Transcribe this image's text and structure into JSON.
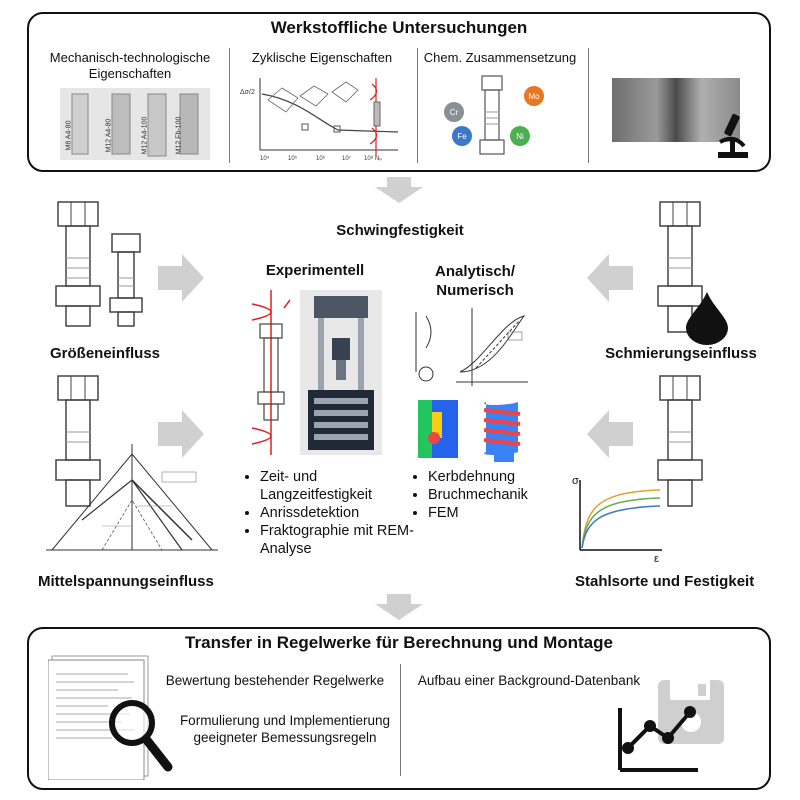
{
  "top": {
    "title": "Werkstoffliche Untersuchungen",
    "col1_line1": "Mechanisch-technologische",
    "col1_line2": "Eigenschaften",
    "col2": "Zyklische Eigenschaften",
    "col3": "Chem. Zusammensetzung",
    "bolt_labels": [
      "M8 A4-80",
      "M12 A4-80",
      "M12 A4-100",
      "M12 Fb-100"
    ],
    "elements": [
      {
        "symbol": "Cr",
        "color": "#8a8f94"
      },
      {
        "symbol": "Mo",
        "color": "#e87722"
      },
      {
        "symbol": "Fe",
        "color": "#3b78c8"
      },
      {
        "symbol": "Ni",
        "color": "#4caf50"
      }
    ],
    "cyclic_axis_x": [
      "10⁴",
      "10⁵",
      "10⁶",
      "10⁷",
      "10⁸ Nₚ"
    ],
    "cyclic_axis_y": "Δσ/2"
  },
  "middle": {
    "title": "Schwingfestigkeit",
    "left_top_label": "Größeneinfluss",
    "left_bottom_label": "Mittelspannungseinfluss",
    "right_top_label": "Schmierungseinfluss",
    "right_bottom_label": "Stahlsorte und Festigkeit",
    "experimental_title": "Experimentell",
    "analytical_title_line1": "Analytisch/",
    "analytical_title_line2": "Numerisch",
    "experimental_items": [
      "Zeit- und Langzeitfestigkeit",
      "Anrissdetektion",
      "Fraktographie mit REM-Analyse"
    ],
    "analytical_items": [
      "Kerbdehnung",
      "Bruchmechanik",
      "FEM"
    ],
    "stress_strain_y": "σ",
    "stress_strain_x": "ε",
    "stress_strain_colors": [
      "#e0a030",
      "#6aaa55",
      "#3b78c8"
    ]
  },
  "bottom": {
    "title": "Transfer in Regelwerke für Berechnung und Montage",
    "item1": "Bewertung bestehender Regelwerke",
    "item2_line1": "Formulierung und Implementierung",
    "item2_line2": "geeigneter Bemessungsregeln",
    "item3": "Aufbau einer Background-Datenbank"
  },
  "colors": {
    "arrow_gray": "#d0d0d0",
    "border": "#111111"
  }
}
